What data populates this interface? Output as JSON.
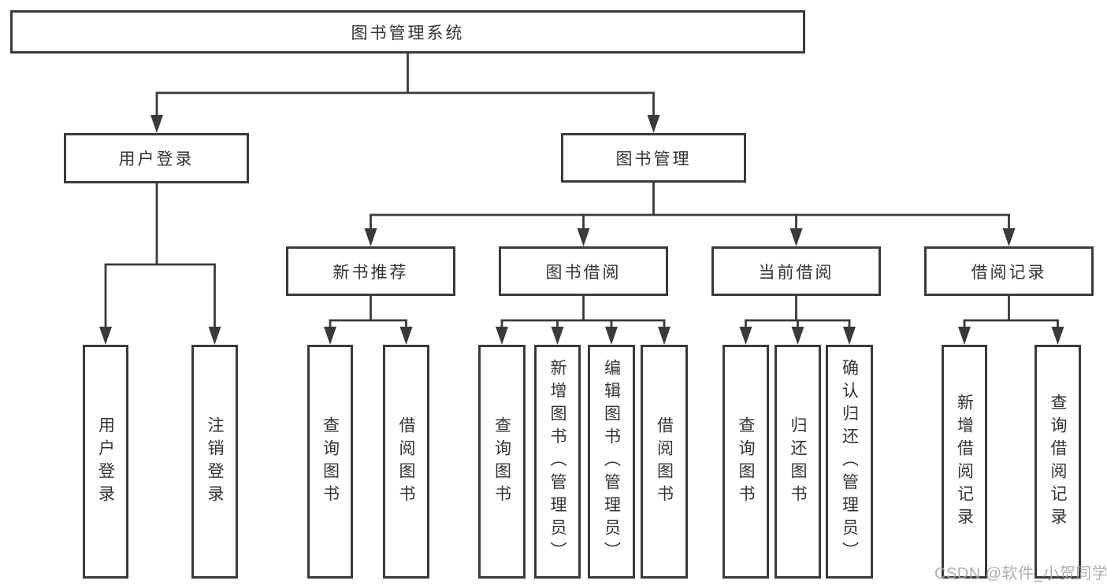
{
  "watermark": "CSDN @软件_小贺同学",
  "colors": {
    "line": "#3a3a3a",
    "box_border": "#3a3a3a",
    "text": "#333333",
    "watermark": "#a8a8a8",
    "background": "#ffffff"
  },
  "nodes": {
    "root": "图书管理系统",
    "userLogin": {
      "label": "用户登录",
      "children": [
        "用户登录",
        "注销登录"
      ]
    },
    "bookManagement": {
      "label": "图书管理",
      "groups": [
        {
          "label": "新书推荐",
          "children": [
            "查询图书",
            "借阅图书"
          ]
        },
        {
          "label": "图书借阅",
          "children": [
            "查询图书",
            "新增图书（管理员）",
            "编辑图书（管理员）",
            "借阅图书"
          ]
        },
        {
          "label": "当前借阅",
          "children": [
            "查询图书",
            "归还图书",
            "确认归还（管理员）"
          ]
        },
        {
          "label": "借阅记录",
          "children": [
            "新增借阅记录",
            "查询借阅记录"
          ]
        }
      ]
    }
  }
}
